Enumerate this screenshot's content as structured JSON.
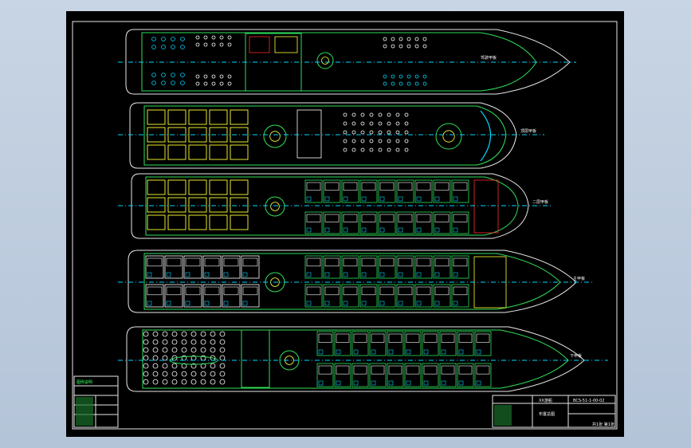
{
  "title_block": {
    "drawing_number": "BCS-51-1-00-02",
    "drawing_name": "布置总图",
    "project": "XX游船",
    "sheet_label": "共1张 第1张"
  },
  "deck_labels": {
    "wheelhouse": "驾驶甲板",
    "upper": "顶层甲板",
    "second": "二层甲板",
    "main": "主甲板",
    "lower": "下甲板"
  },
  "legend": {
    "header": "图例说明"
  },
  "colors": {
    "background": "#000000",
    "outline": "#e8e8e8",
    "structure": "#2ee05a",
    "centerline": "#00d8ff",
    "furniture": "#ffff33",
    "accent": "#ff2a2a",
    "cabin": "#ffffff"
  }
}
